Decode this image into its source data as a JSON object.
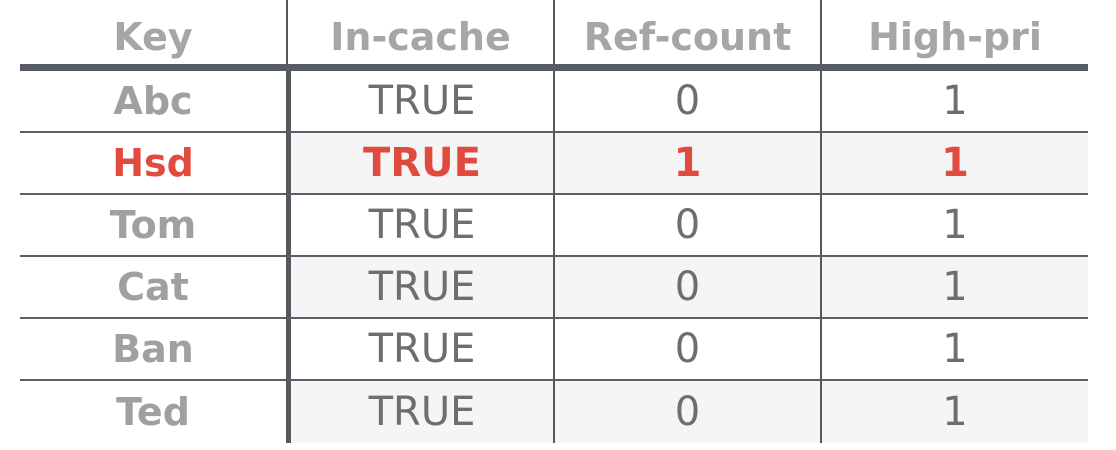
{
  "table": {
    "headers": [
      "Key",
      "In-cache",
      "Ref-count",
      "High-pri"
    ],
    "rows": [
      {
        "key": "Abc",
        "in_cache": "TRUE",
        "ref_count": "0",
        "high_pri": "1"
      },
      {
        "key": "Hsd",
        "in_cache": "TRUE",
        "ref_count": "1",
        "high_pri": "1"
      },
      {
        "key": "Tom",
        "in_cache": "TRUE",
        "ref_count": "0",
        "high_pri": "1"
      },
      {
        "key": "Cat",
        "in_cache": "TRUE",
        "ref_count": "0",
        "high_pri": "1"
      },
      {
        "key": "Ban",
        "in_cache": "TRUE",
        "ref_count": "0",
        "high_pri": "1"
      },
      {
        "key": "Ted",
        "in_cache": "TRUE",
        "ref_count": "0",
        "high_pri": "1"
      }
    ],
    "highlight_color": "#e04a3f",
    "text_color": "#6e6e6e",
    "header_color": "#a6a6a6"
  }
}
